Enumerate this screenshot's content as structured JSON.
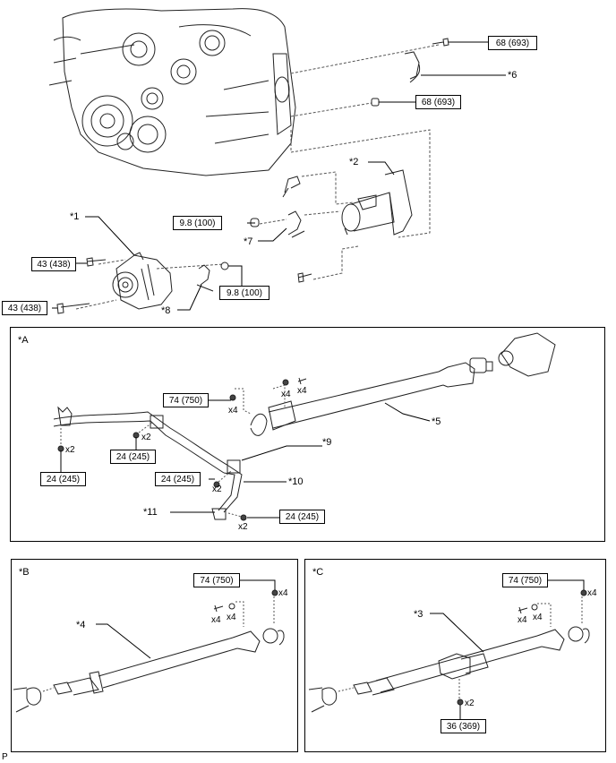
{
  "diagram": {
    "footer_code": "P",
    "engine_section": {
      "torque_labels": [
        "68 (693)",
        "68 (693)",
        "9.8 (100)",
        "9.8 (100)",
        "43 (438)",
        "43 (438)"
      ],
      "callouts": [
        "*1",
        "*2",
        "*6",
        "*7",
        "*8"
      ]
    },
    "panel_a": {
      "title": "*A",
      "torque_labels": [
        "74 (750)",
        "24 (245)",
        "24 (245)",
        "24 (245)",
        "24 (245)"
      ],
      "quantities": [
        "x4",
        "x4",
        "x4",
        "x2",
        "x2",
        "x2",
        "x2"
      ],
      "callouts": [
        "*5",
        "*9",
        "*10",
        "*11"
      ]
    },
    "panel_b": {
      "title": "*B",
      "torque_labels": [
        "74 (750)"
      ],
      "quantities": [
        "x4",
        "x4",
        "x4"
      ],
      "callouts": [
        "*4"
      ]
    },
    "panel_c": {
      "title": "*C",
      "torque_labels": [
        "74 (750)",
        "36 (369)"
      ],
      "quantities": [
        "x4",
        "x4",
        "x4",
        "x2"
      ],
      "callouts": [
        "*3"
      ]
    }
  }
}
